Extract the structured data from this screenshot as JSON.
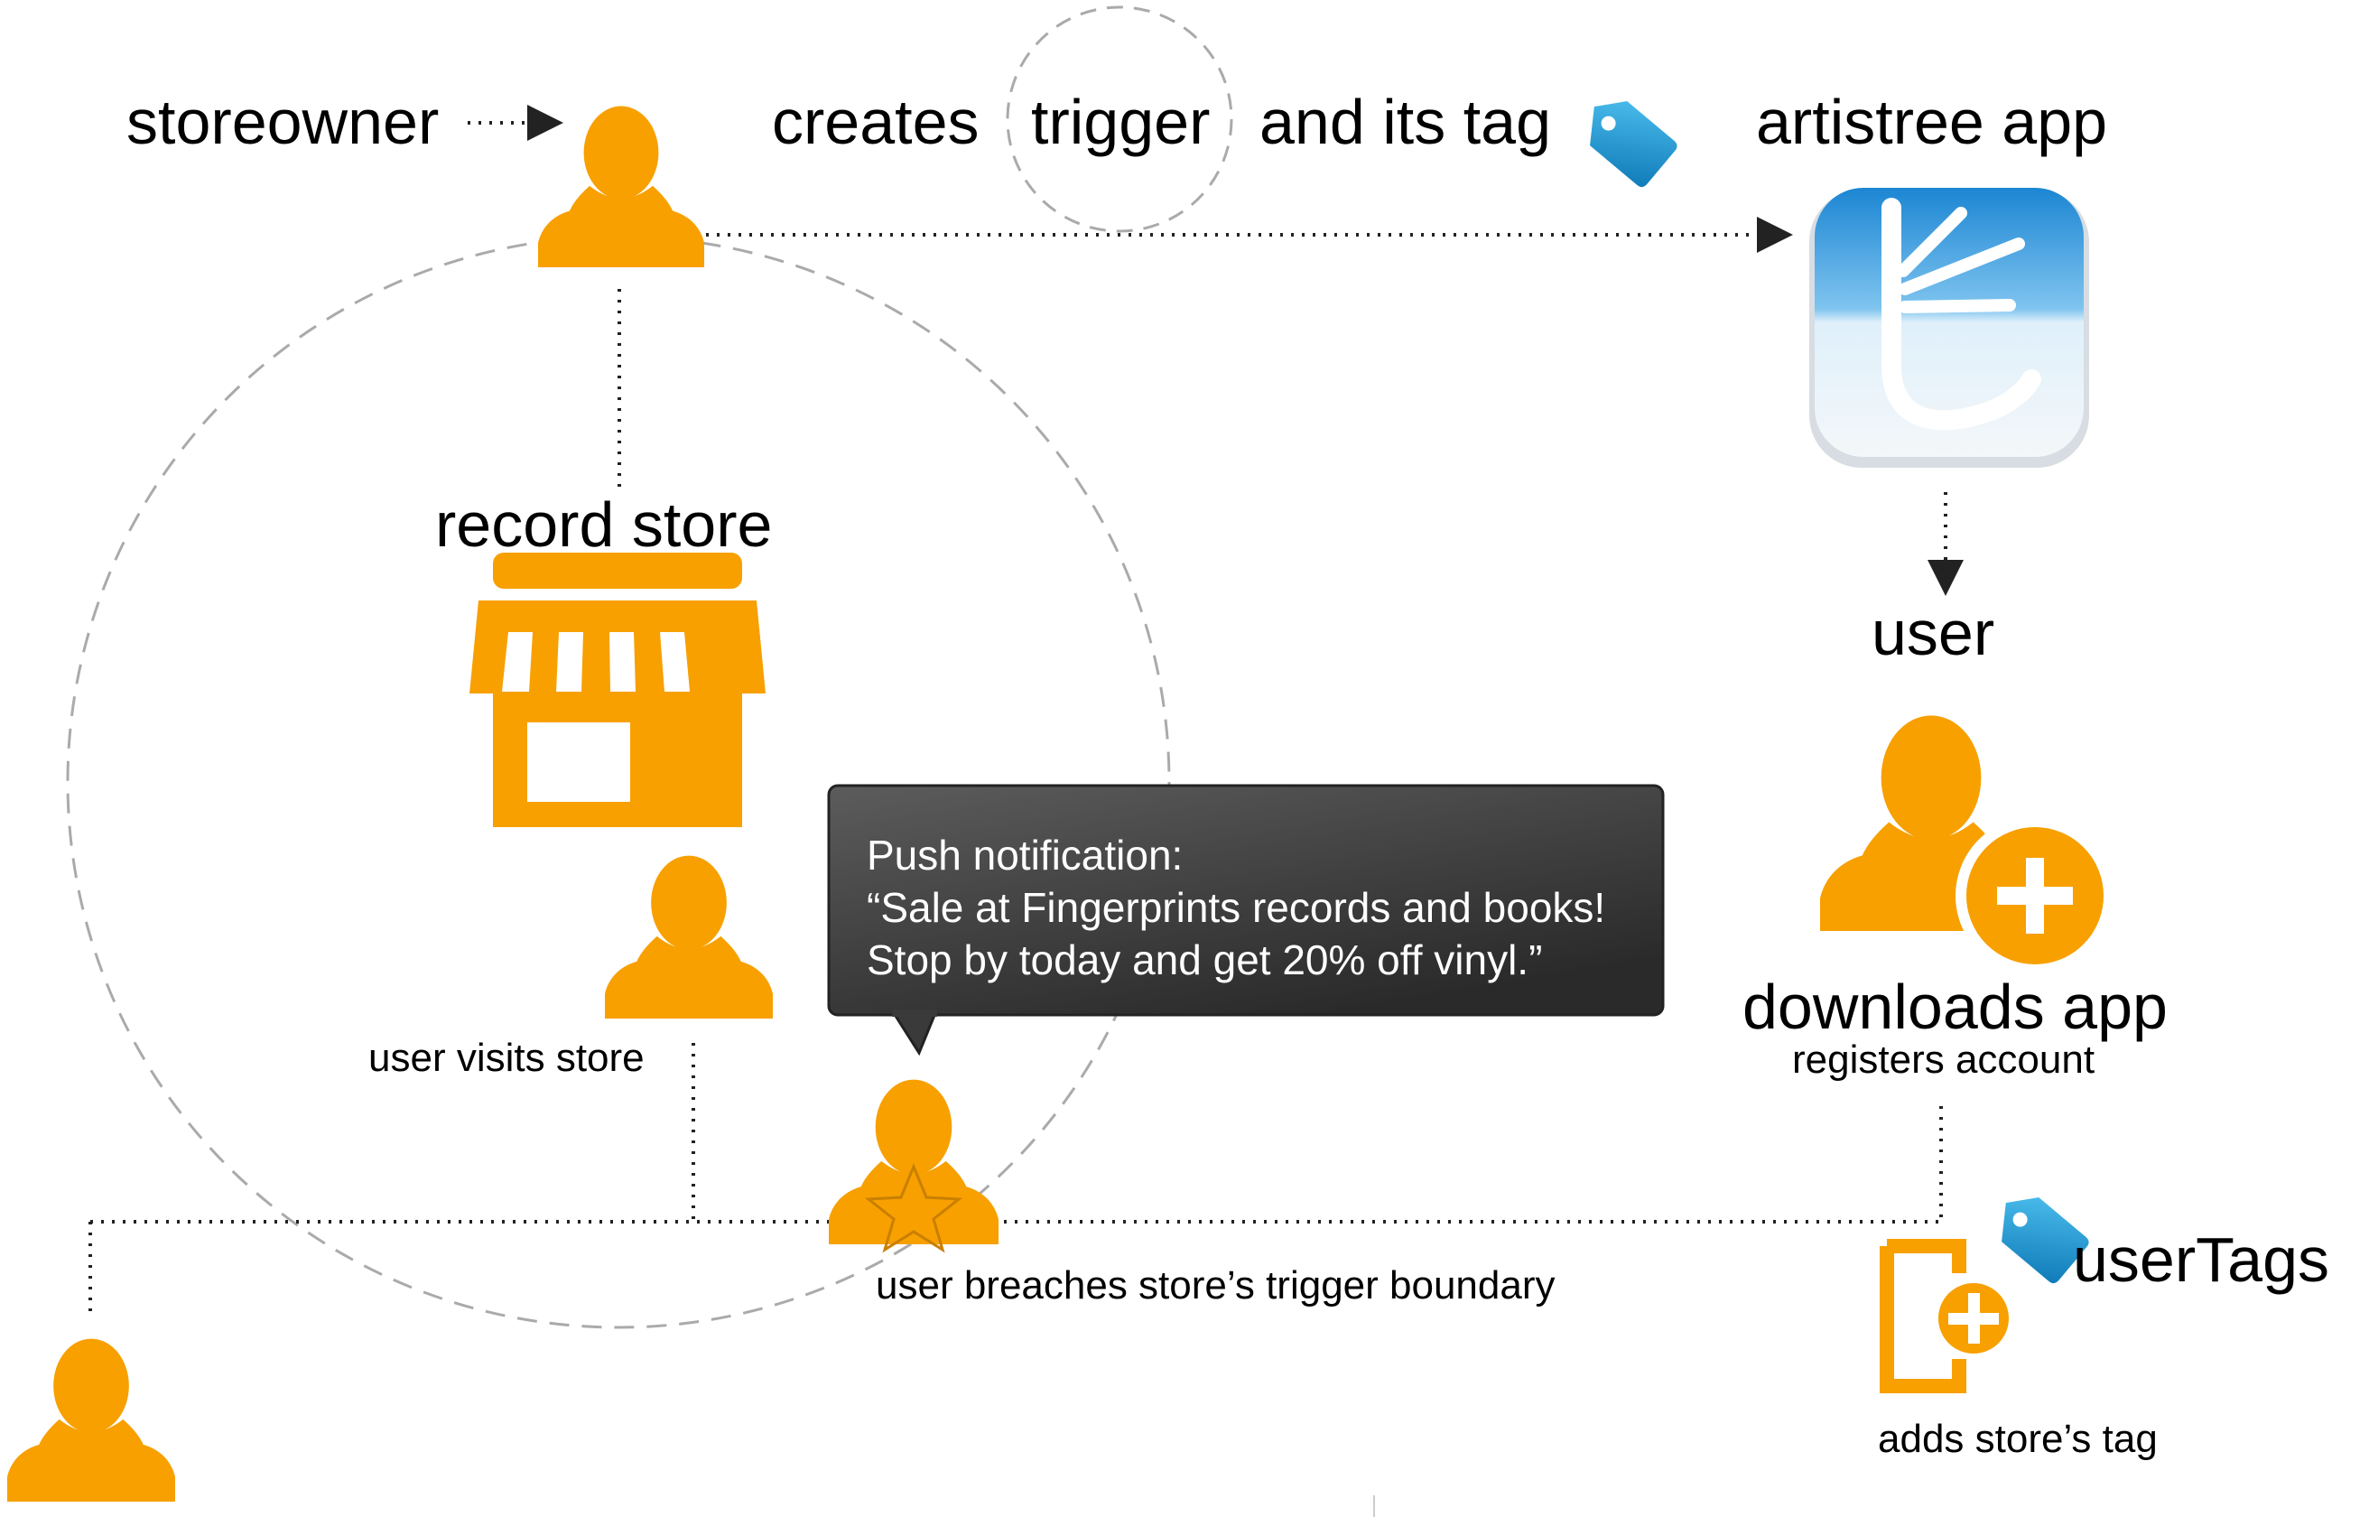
{
  "labels": {
    "storeowner": "storeowner",
    "creates": "creates",
    "trigger": "trigger",
    "and_its_tag": "and its tag",
    "app_title": "artistree app",
    "record_store": "record store",
    "user": "user",
    "downloads_app": "downloads app",
    "registers_account": "registers account",
    "user_visits_store": "user visits store",
    "user_breaches": "user breaches store’s trigger boundary",
    "user_tags": "userTags",
    "adds_store_tag": "adds store’s tag"
  },
  "notification": {
    "line1": "Push notification:",
    "line2": "“Sale at Fingerprints records and books!",
    "line3": "Stop by today and get 20% off vinyl.”"
  },
  "colors": {
    "person": "#F7A000",
    "tag": "#1E9BD7",
    "bubble_top": "#5a5a5a",
    "bubble_bottom": "#2b2b2b",
    "app_icon_top": "#1f8fd8",
    "app_icon_bottom": "#f2f6f9"
  },
  "icons": [
    "person-icon",
    "store-icon",
    "tag-icon",
    "app-icon",
    "add-user-icon",
    "add-document-icon",
    "star-icon"
  ]
}
